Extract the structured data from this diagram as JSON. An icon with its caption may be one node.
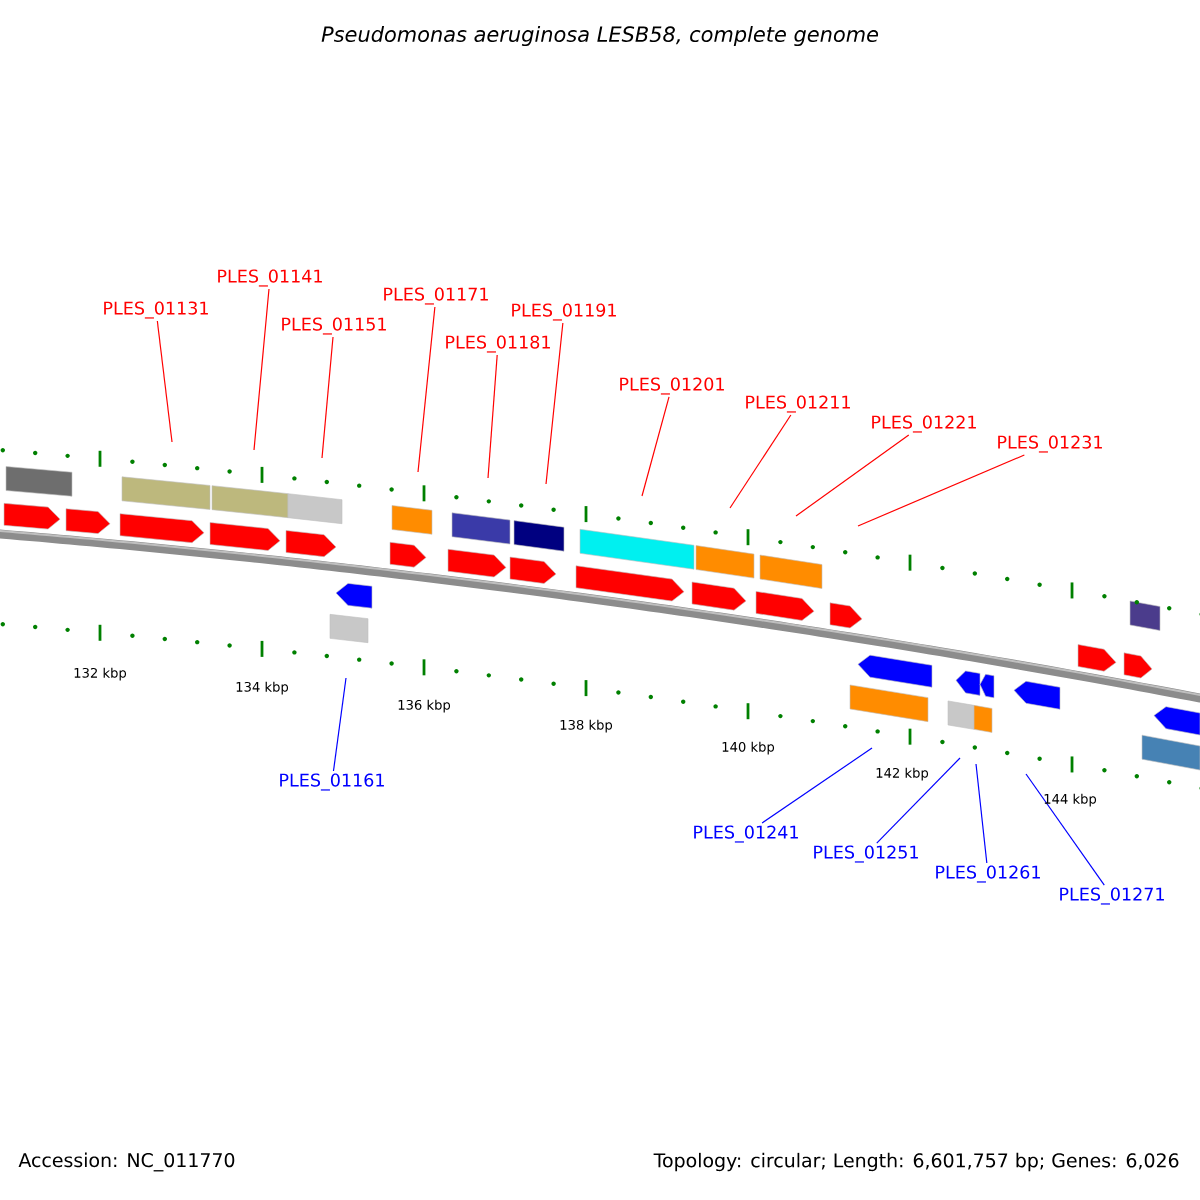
{
  "diagram": {
    "title": "Pseudomonas aeruginosa LESB58, complete genome",
    "nodes": [
      {
        "text": [
          "PLES_01131"
        ]
      },
      {
        "text": [
          "PLES_01141"
        ]
      },
      {
        "text": [
          "PLES_01151"
        ]
      },
      {
        "text": [
          "PLES_01171"
        ]
      },
      {
        "text": [
          "PLES_01181"
        ]
      },
      {
        "text": [
          "PLES_01191"
        ]
      },
      {
        "text": [
          "PLES_01201"
        ]
      },
      {
        "text": [
          "PLES_01211"
        ]
      },
      {
        "text": [
          "PLES_01221"
        ]
      },
      {
        "text": [
          "PLES_01231"
        ]
      },
      {
        "text": [
          "PLES_01161"
        ]
      },
      {
        "text": [
          "PLES_01241"
        ]
      },
      {
        "text": [
          "PLES_01251"
        ]
      },
      {
        "text": [
          "PLES_01261"
        ]
      },
      {
        "text": [
          "PLES_01271"
        ]
      }
    ],
    "edges": [
      {
        "from": 0,
        "to": null,
        "arrow": "none"
      },
      {
        "from": 1,
        "to": null,
        "arrow": "none"
      },
      {
        "from": 2,
        "to": null,
        "arrow": "none"
      },
      {
        "from": 3,
        "to": null,
        "arrow": "none"
      },
      {
        "from": 4,
        "to": null,
        "arrow": "none"
      },
      {
        "from": 5,
        "to": null,
        "arrow": "none"
      },
      {
        "from": 6,
        "to": null,
        "arrow": "none"
      },
      {
        "from": 7,
        "to": null,
        "arrow": "none"
      },
      {
        "from": 8,
        "to": null,
        "arrow": "none"
      },
      {
        "from": 9,
        "to": null,
        "arrow": "none"
      },
      {
        "from": 10,
        "to": null,
        "arrow": "none",
        "color": "#0000ff"
      },
      {
        "from": 11,
        "to": null,
        "arrow": "none",
        "color": "#0000ff"
      },
      {
        "from": 12,
        "to": null,
        "arrow": "none",
        "color": "#0000ff"
      },
      {
        "from": 13,
        "to": null,
        "arrow": "none",
        "color": "#0000ff"
      },
      {
        "from": 14,
        "to": null,
        "arrow": "none",
        "color": "#0000ff"
      }
    ],
    "labels": [
      "132 kbp",
      "134 kbp",
      "136 kbp",
      "138 kbp",
      "140 kbp",
      "142 kbp",
      "144 kbp",
      "Accession: NC_011770",
      "Topology: circular; Length: 6,601,757 bp; Genes: 6,026"
    ]
  }
}
